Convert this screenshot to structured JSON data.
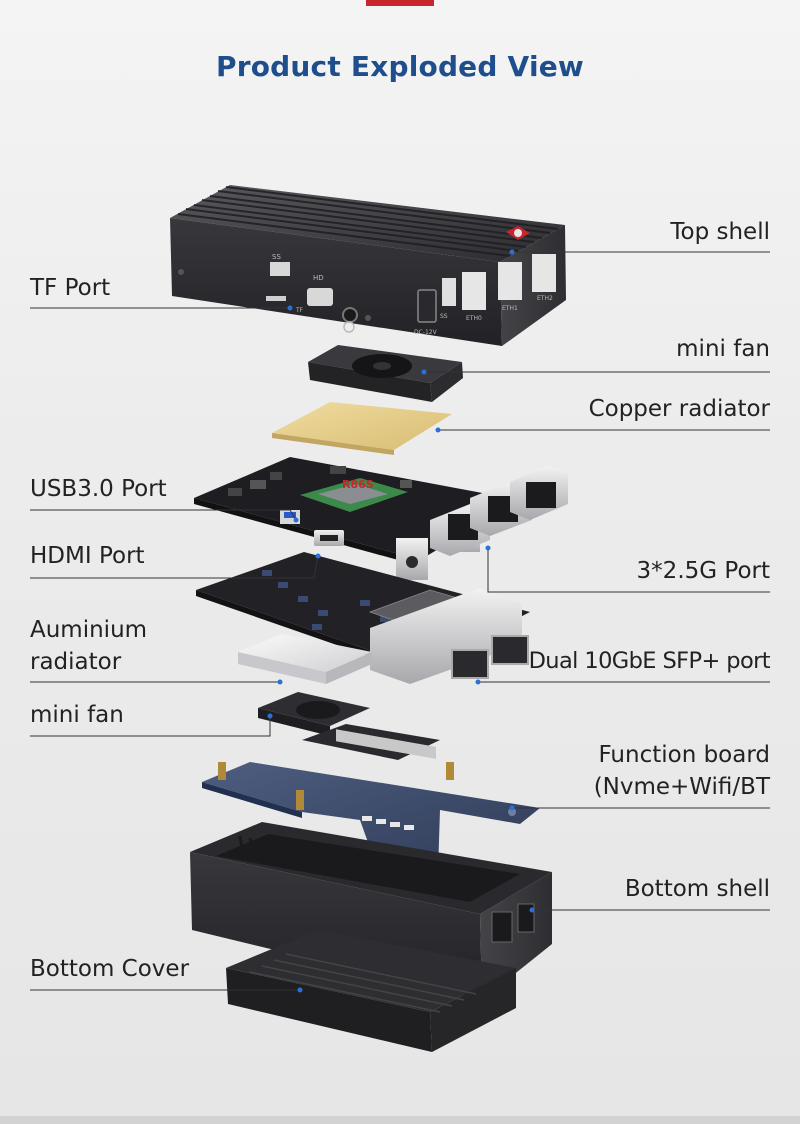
{
  "header": {
    "title": "Product Exploded View"
  },
  "accent_colors": {
    "title": "#1f4e8c",
    "top_bar": "#c8262c",
    "copper": "#e6cf8a",
    "function_board": "#3e4e6e",
    "leader_dot": "#2c6fd6"
  },
  "labels": {
    "top_shell": "Top shell",
    "tf_port": "TF Port",
    "mini_fan_top": "mini fan",
    "copper_radiator": "Copper radiator",
    "usb3_port": "USB3.0 Port",
    "hdmi_port": "HDMI Port",
    "port_2_5g": "3*2.5G Port",
    "aluminium_radiator_line1": "Auminium",
    "aluminium_radiator_line2": "radiator",
    "sfp_port": "Dual 10GbE SFP+ port",
    "mini_fan_bottom": "mini fan",
    "function_board_line1": "Function board",
    "function_board_line2": "(Nvme+Wifi/BT",
    "bottom_shell": "Bottom shell",
    "bottom_cover": "Bottom Cover"
  },
  "device_markings": {
    "usb": "SS",
    "hdmi": "HD",
    "tf": "TF",
    "dc": "DC-12V",
    "usb2": "SS",
    "eth0": "ETH0",
    "eth1": "ETH1",
    "eth2": "ETH2",
    "brand": "R86S"
  }
}
